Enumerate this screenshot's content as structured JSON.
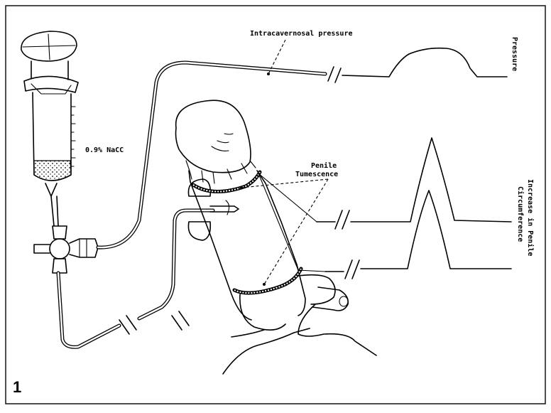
{
  "figure": {
    "panel_number": "1",
    "labels": {
      "intracavernosal_pressure": "Intracavernosal pressure",
      "pressure": "Pressure",
      "saline": "0.9% NaCC",
      "penile_tumescence_line1": "Penile",
      "penile_tumescence_line2": "Tumescence",
      "circumference_line1": "Increase in Penile",
      "circumference_line2": "Circumference"
    }
  }
}
